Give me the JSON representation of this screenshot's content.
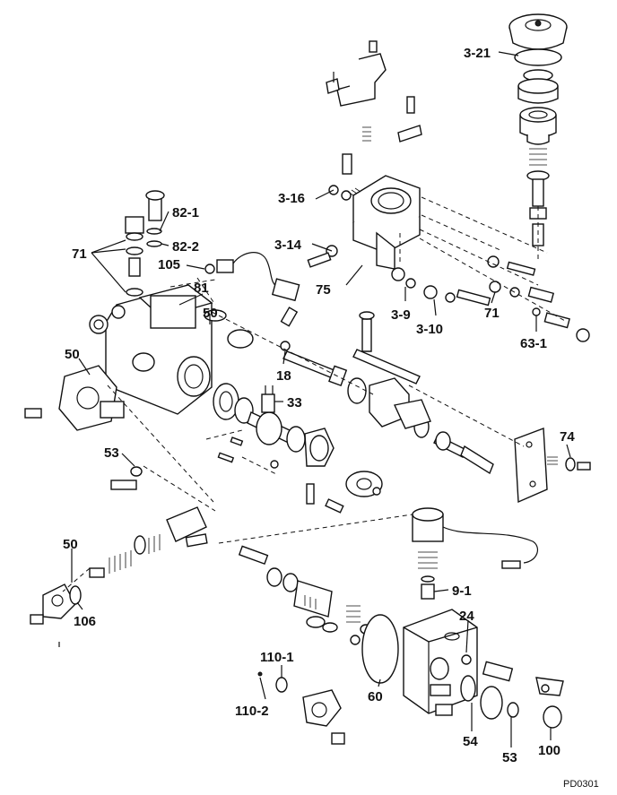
{
  "diagram": {
    "drawing_code": "PD0301",
    "callouts": [
      "3-21",
      "3-16",
      "3-14",
      "75",
      "3-9",
      "3-10",
      "71",
      "63-1",
      "82-1",
      "82-2",
      "71",
      "105",
      "81",
      "50",
      "18",
      "33",
      "50",
      "53",
      "74",
      "50",
      "106",
      "9-1",
      "24",
      "110-1",
      "110-2",
      "60",
      "54",
      "53",
      "100"
    ]
  }
}
